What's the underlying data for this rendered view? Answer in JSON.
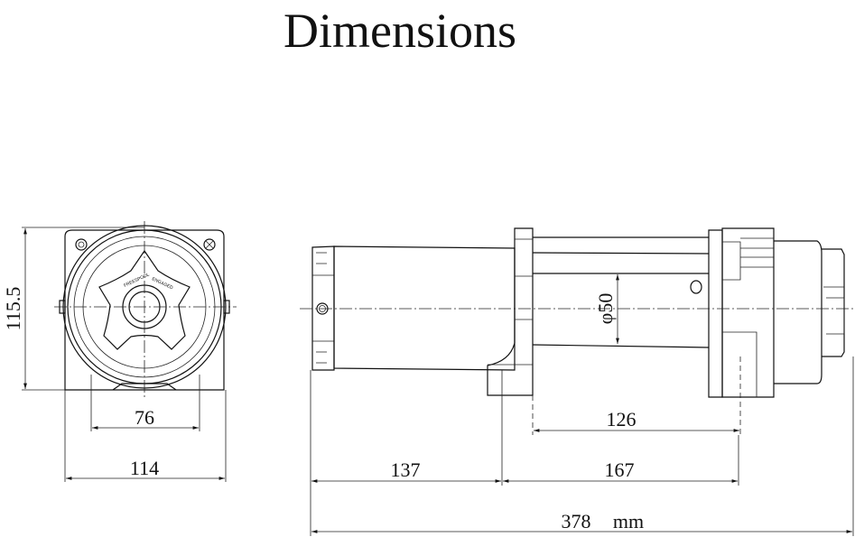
{
  "title": "Dimensions",
  "front_view": {
    "height_label": "115.5",
    "mount_width_label": "76",
    "width_label": "114",
    "knob_labels": [
      "FREESPOOL",
      "ENGAGED"
    ]
  },
  "side_view": {
    "drum_diameter_label": "φ50",
    "mount_spacing_label": "126",
    "left_section_label": "137",
    "right_section_label": "167",
    "total_length_label": "378",
    "unit_label": "mm"
  }
}
